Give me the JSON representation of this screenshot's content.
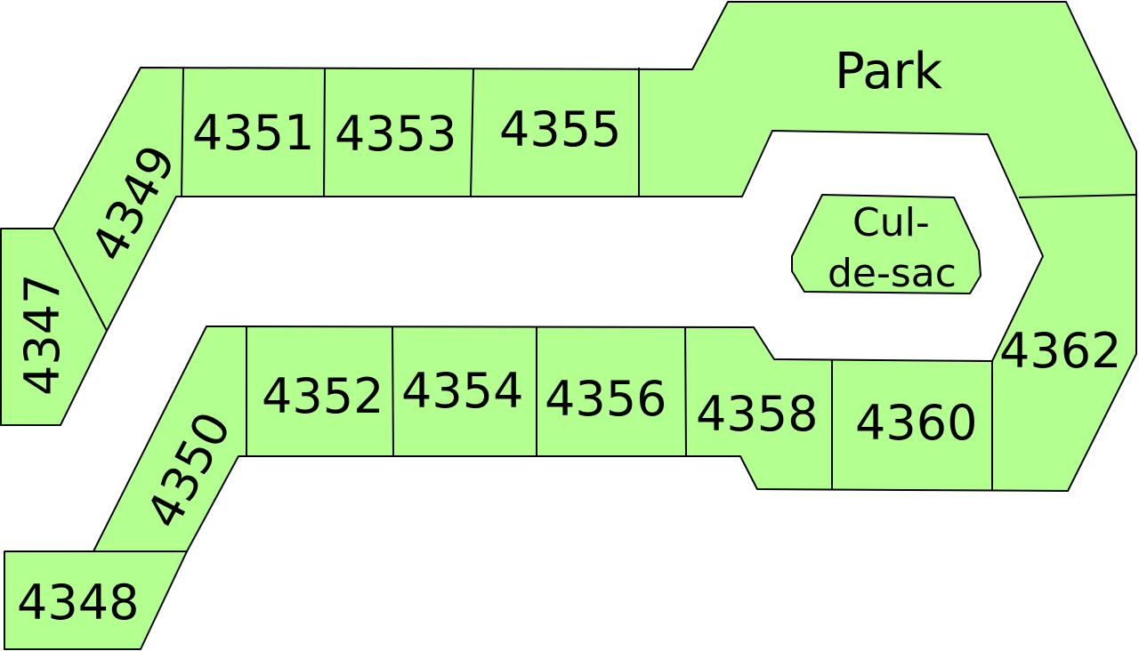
{
  "lots": {
    "lot_4347": "4347",
    "lot_4348": "4348",
    "lot_4349": "4349",
    "lot_4350": "4350",
    "lot_4351": "4351",
    "lot_4352": "4352",
    "lot_4353": "4353",
    "lot_4354": "4354",
    "lot_4355": "4355",
    "lot_4356": "4356",
    "lot_4358": "4358",
    "lot_4360": "4360",
    "lot_4362": "4362"
  },
  "park": "Park",
  "cul_de_sac": {
    "line1": "Cul-",
    "line2": "de-sac"
  },
  "colors": {
    "fill": "#b3ff8f",
    "stroke": "#000000"
  }
}
